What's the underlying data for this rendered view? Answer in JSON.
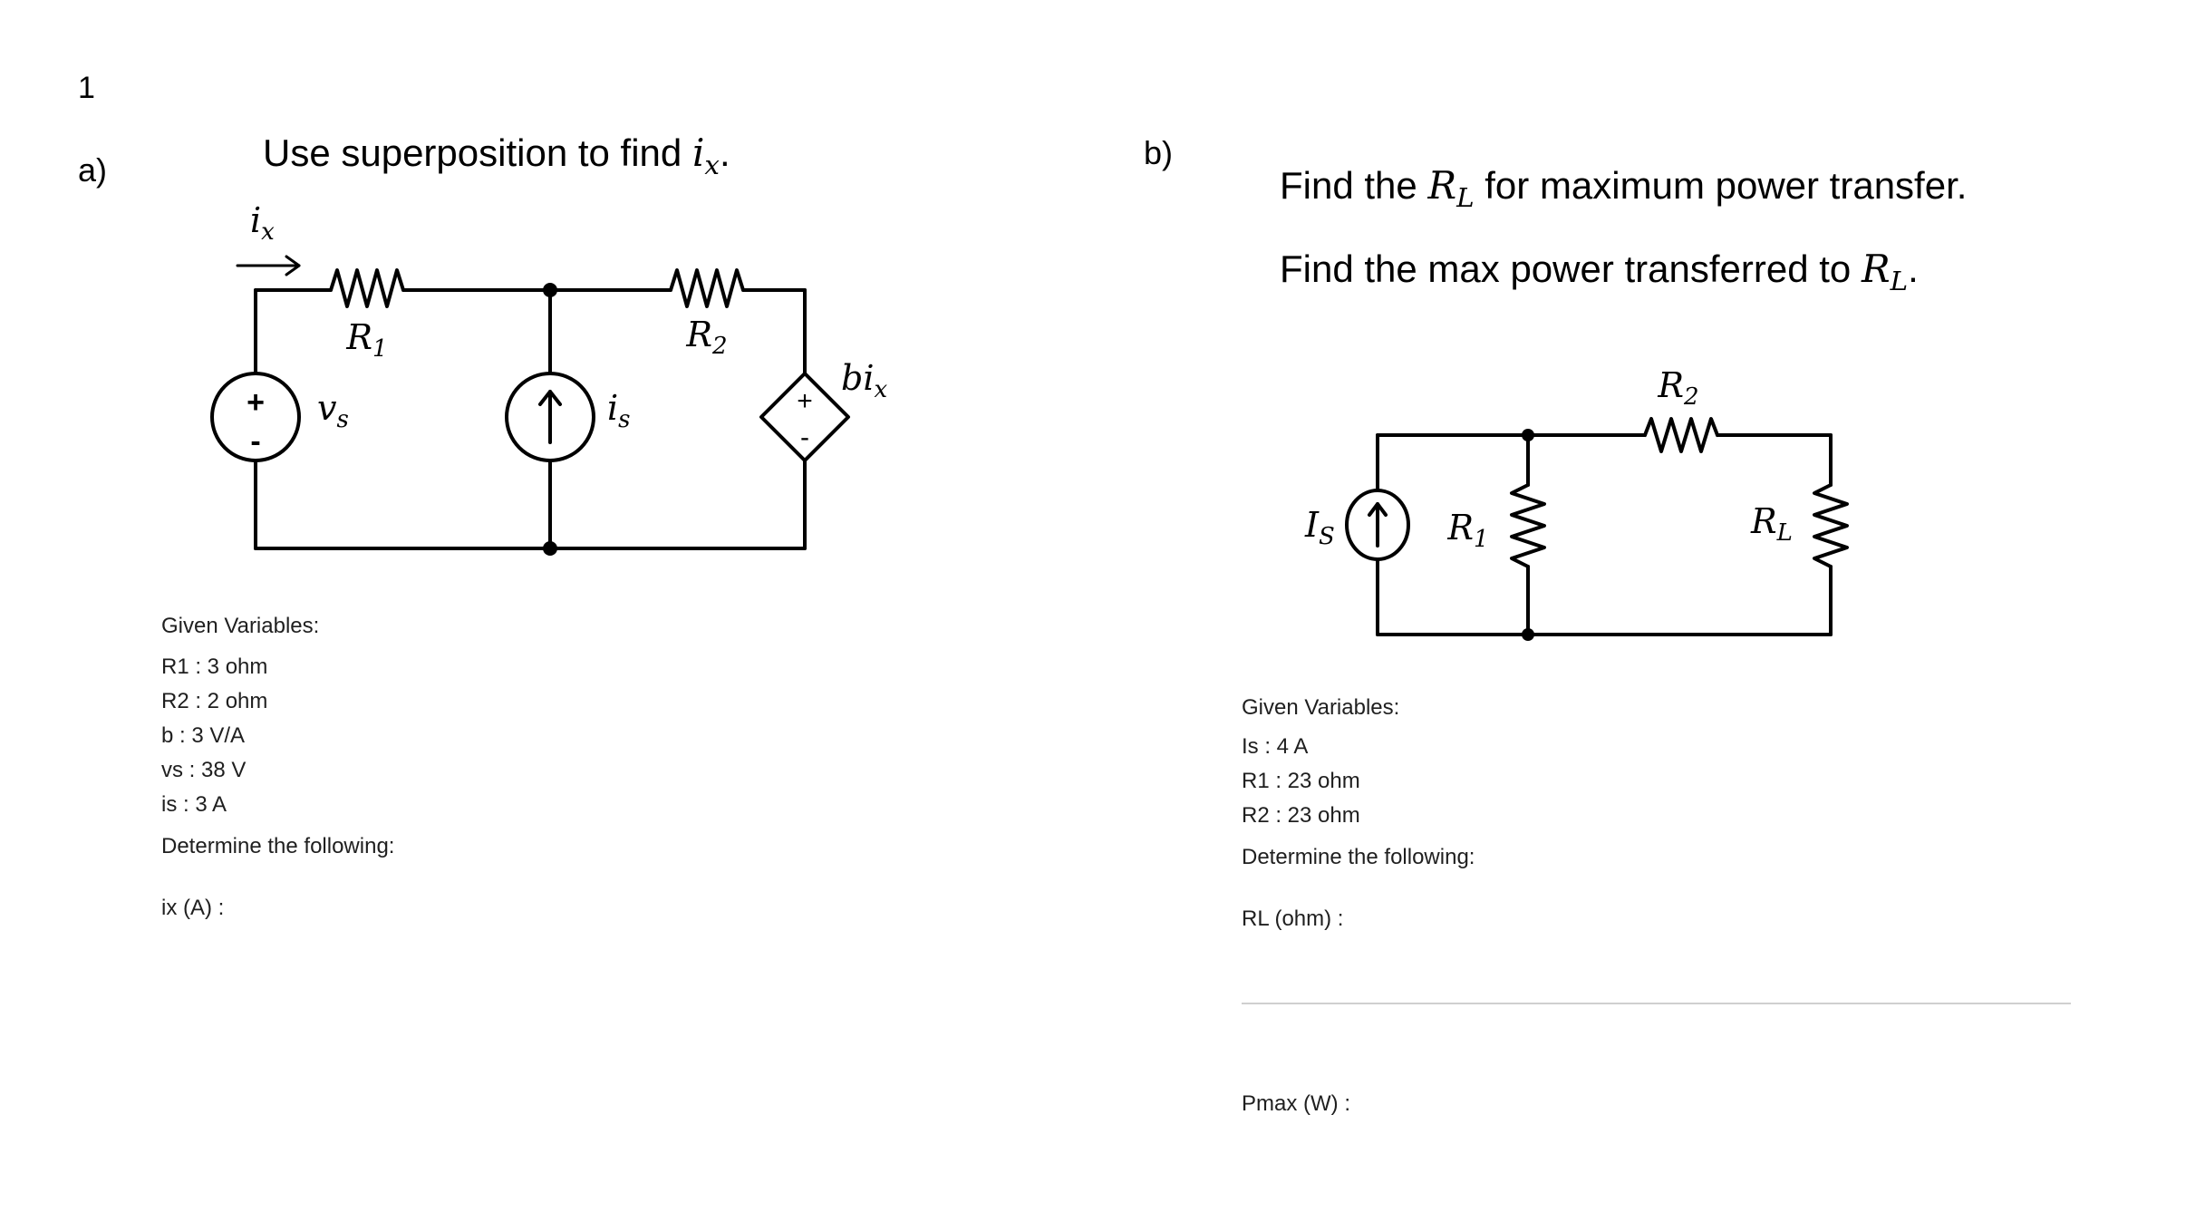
{
  "page_number": "1",
  "part_a": {
    "label": "a)",
    "title_text": "Use superposition to find ",
    "title_var": "i",
    "title_sub": "x",
    "title_end": ".",
    "circuit": {
      "current_label": "i",
      "current_sub": "x",
      "r1_label": "R",
      "r1_sub": "1",
      "r2_label": "R",
      "r2_sub": "2",
      "vs_label": "v",
      "vs_sub": "s",
      "is_label": "i",
      "is_sub": "s",
      "dep_label": "bi",
      "dep_sub": "x",
      "plus": "+",
      "minus": "-"
    },
    "given_heading": "Given Variables:",
    "given": [
      "R1 : 3 ohm",
      "R2 : 2 ohm",
      "b : 3 V/A",
      "vs : 38 V",
      "is : 3 A"
    ],
    "determine_heading": "Determine the following:",
    "answers": [
      "ix (A) :"
    ]
  },
  "part_b": {
    "label": "b)",
    "title1_text": "Find the ",
    "title1_var": "R",
    "title1_sub": "L",
    "title1_end": " for maximum power transfer.",
    "title2_text": "Find the max power transferred to ",
    "title2_var": "R",
    "title2_sub": "L",
    "title2_end": ".",
    "circuit": {
      "is_label": "I",
      "is_sub": "S",
      "r1_label": "R",
      "r1_sub": "1",
      "r2_label": "R",
      "r2_sub": "2",
      "rl_label": "R",
      "rl_sub": "L"
    },
    "given_heading": "Given Variables:",
    "given": [
      "Is : 4 A",
      "R1 : 23 ohm",
      "R2 : 23 ohm"
    ],
    "determine_heading": "Determine the following:",
    "answers": [
      "RL (ohm) :",
      "Pmax (W) :"
    ]
  }
}
